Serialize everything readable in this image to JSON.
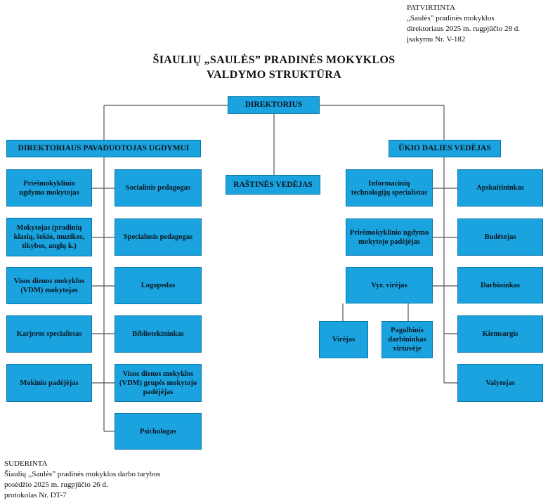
{
  "approval": {
    "heading": "PATVIRTINTA",
    "line1": "„Saulės” pradinės mokyklos",
    "line2": "direktoriaus 2025 m. rugpjūčio 28 d.",
    "line3": "įsakymu Nr. V-182"
  },
  "title": {
    "line1": "ŠIAULIŲ „SAULĖS” PRADINĖS MOKYKLOS",
    "line2": "VALDYMO STRUKTŪRA"
  },
  "org": {
    "director": "DIREKTORIUS",
    "deputy": "DIREKTORIAUS PAVADUOTOJAS UGDYMUI",
    "office_manager": "RAŠTINĖS VEDĖJAS",
    "facilities_manager": "ŪKIO DALIES VEDĖJAS",
    "left_col1": [
      "Priešmokyklinio ugdymo mokytojas",
      "Mokytojas (pradinių klasių, šokio, muzikos, tikybos, anglų k.)",
      "Visos dienos mokyklos (VDM) mokytojas",
      "Karjeros specialistas",
      "Mokinio padėjėjas"
    ],
    "left_col2": [
      "Socialinis pedagogas",
      "Specialusis pedagogas",
      "Logopedas",
      "Bibliotekininkas",
      "Visos dienos mokyklos (VDM) grupės mokytojo padėjėjas",
      "Psichologas"
    ],
    "right_col1": [
      "Informacinių technologijų specialistas",
      "Priešmokyklinio ugdymo mokytojo padėjėjas",
      "Vyr. virėjas"
    ],
    "kitchen": [
      "Virėjas",
      "Pagalbinis darbininkas virtuvėje"
    ],
    "right_col2": [
      "Apskaitininkas",
      "Budėtojas",
      "Darbininkas",
      "Kiemsargis",
      "Valytojas"
    ]
  },
  "agreed": {
    "heading": "SUDERINTA",
    "line1": "Šiaulių ,,Saulės” pradinės mokyklos darbo tarybos",
    "line2": "posėdžio 2025 m. rugpjūčio 26 d.",
    "line3": "protokolas Nr. DT-7"
  }
}
